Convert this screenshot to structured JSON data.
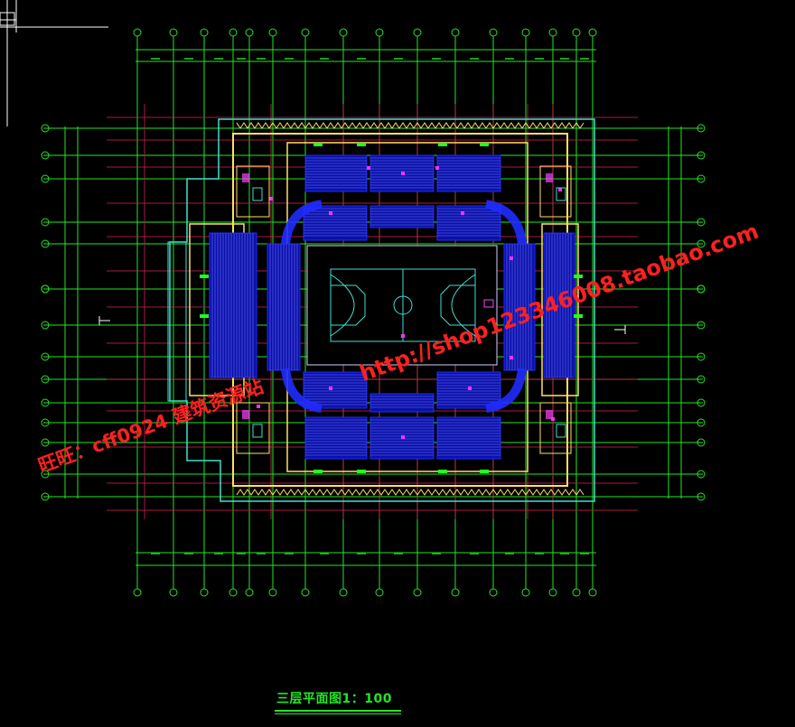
{
  "drawing": {
    "caption": "三层平面图1：100"
  },
  "watermarks": {
    "url": "http://shop123346008.taobao.com",
    "contact": "旺旺：cff0924 建筑资源站"
  },
  "colors": {
    "background": "#000000",
    "axis": "#22e622",
    "grid_red": "#c81e4a",
    "seating": "#1f2cff",
    "walls": "#ffe066",
    "court": "#40e0d0",
    "watermark": "#ff2020",
    "outline": "#8080ff"
  },
  "icons": {
    "corner_marker": "corner-crosshair-icon",
    "axis_bubble": "axis-bubble-icon"
  }
}
